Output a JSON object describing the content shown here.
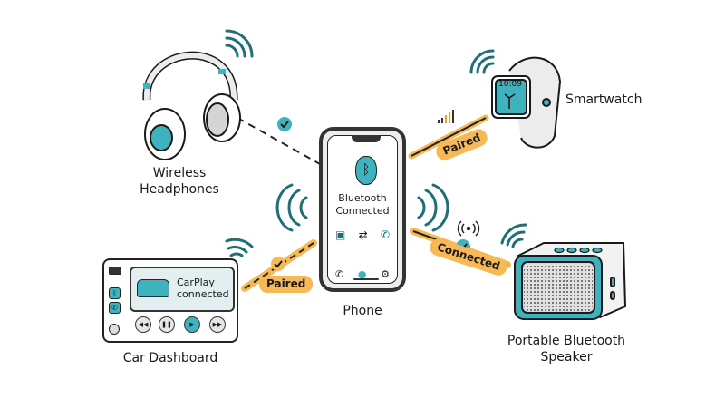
{
  "diagram": {
    "center": {
      "label": "Phone",
      "screen": {
        "icon": "bluetooth-icon",
        "status_line1": "Bluetooth",
        "status_line2": "Connected",
        "row_icons": [
          "contact-card-icon",
          "transfer-arrows-icon",
          "phone-call-icon"
        ],
        "nav_icons": [
          "phone-icon",
          "profile-icon",
          "settings-gear-icon"
        ]
      }
    },
    "devices": [
      {
        "id": "headphones",
        "label_line1": "Wireless",
        "label_line2": "Headphones",
        "link_style": "dashed",
        "link_status_icon": "check-icon"
      },
      {
        "id": "smartwatch",
        "label": "Smartwatch",
        "watch_time": "10:09",
        "link_style": "solid",
        "link_status": "Paired",
        "signal_icon": "signal-bars-icon"
      },
      {
        "id": "car",
        "label": "Car Dashboard",
        "screen_line1": "CarPlay",
        "screen_line2": "connected",
        "link_style": "dashed",
        "link_status": "Paired",
        "controls": [
          "rewind-icon",
          "pause-icon",
          "play-icon",
          "fast-forward-icon"
        ]
      },
      {
        "id": "speaker",
        "label_line1": "Portable Bluetooth",
        "label_line2": "Speaker",
        "link_style": "solid",
        "link_status": "Connected",
        "broadcast_icon": "broadcast-icon"
      }
    ],
    "colors": {
      "accent": "#3fb3bd",
      "pill": "#f7b955",
      "stroke": "#1a1a1a",
      "wave": "#1f6f78"
    },
    "glyphs": {
      "bluetooth": "ᛒ",
      "check": "✓",
      "contact": "▣",
      "transfer": "⇄",
      "call": "✆",
      "gear": "⚙",
      "person": "●",
      "rew": "◀◀",
      "pause": "❚❚",
      "play": "▶",
      "ff": "▶▶",
      "car": "🚗"
    }
  }
}
